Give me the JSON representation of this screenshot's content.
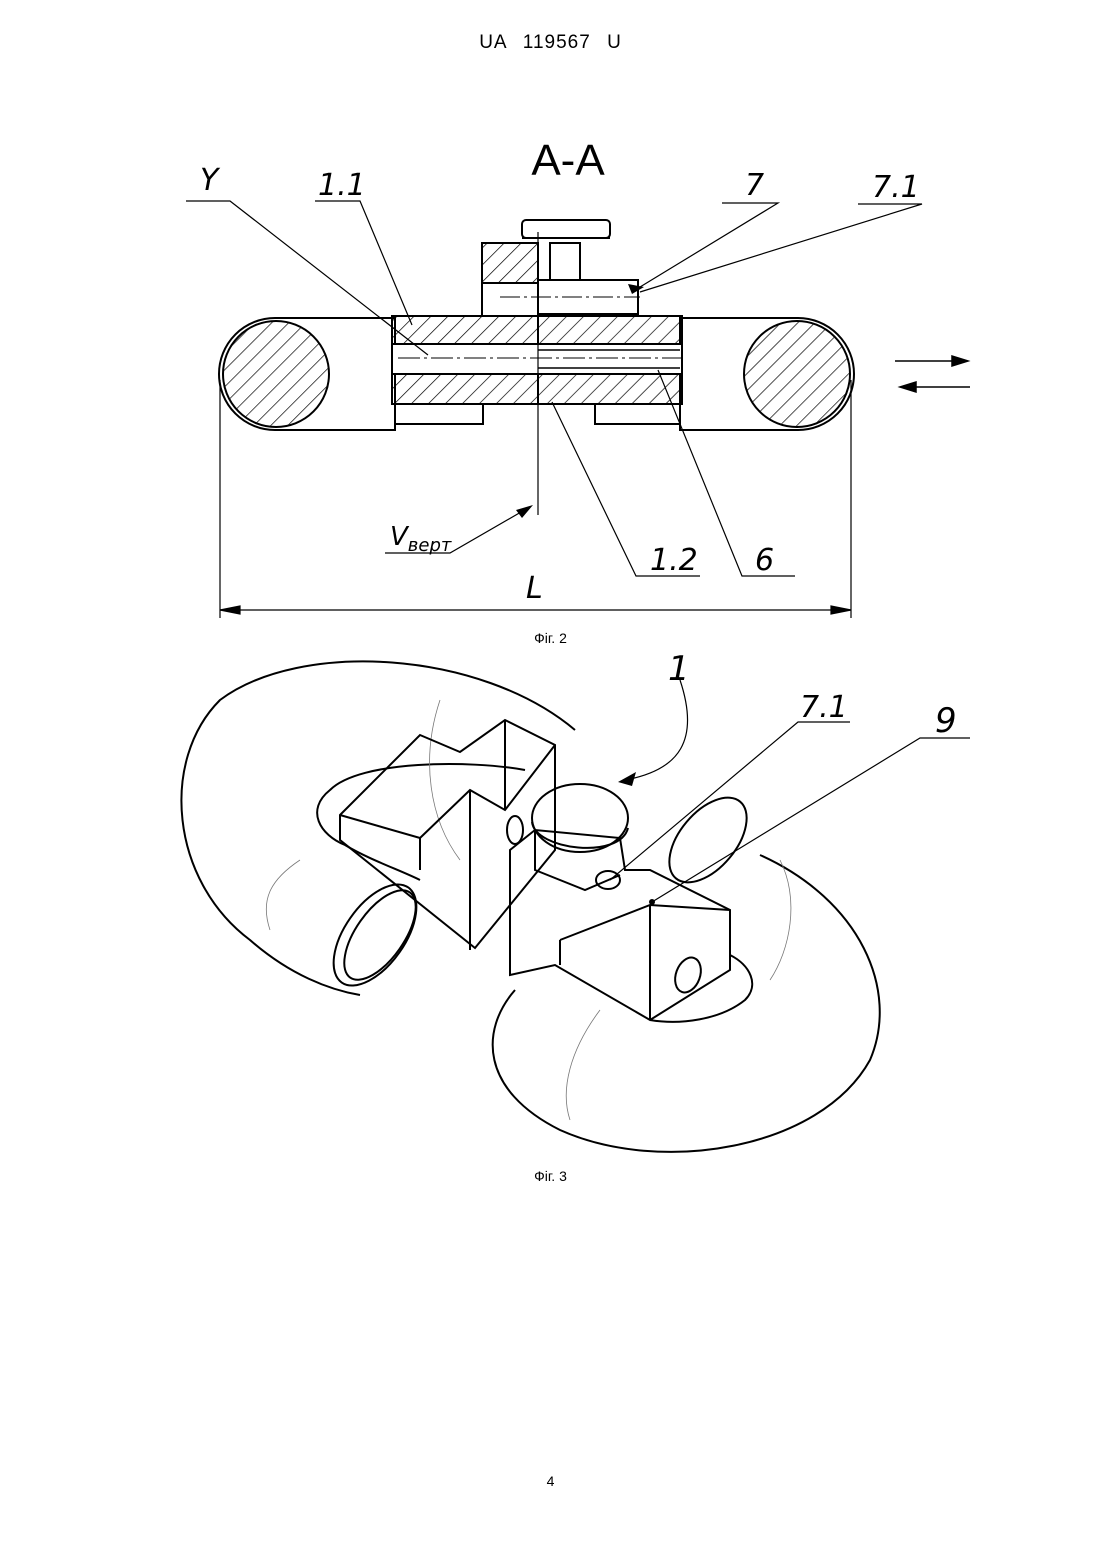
{
  "header": {
    "patent_number": "UA 119567 U"
  },
  "figure2": {
    "section_title": "A-A",
    "labels": {
      "y": "Y",
      "part_1_1": "1.1",
      "part_7": "7",
      "part_7_1": "7.1",
      "part_1_2": "1.2",
      "part_6": "6",
      "v_main": "V",
      "v_sub": "верт",
      "dimension_l": "L"
    },
    "caption": "Фіг. 2"
  },
  "figure3": {
    "labels": {
      "part_1": "1",
      "part_7_1": "7.1",
      "part_9": "9"
    },
    "caption": "Фіг. 3"
  },
  "footer": {
    "page_number": "4"
  }
}
